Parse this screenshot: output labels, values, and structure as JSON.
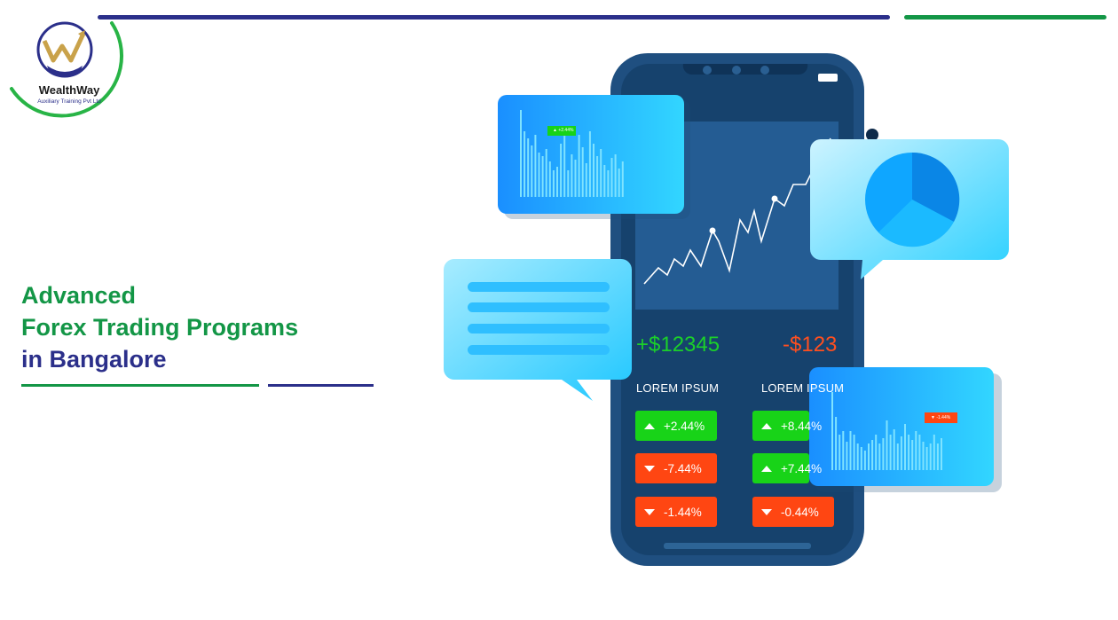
{
  "brand": {
    "name": "WealthWay",
    "subtitle": "Auxiliary Training Pvt Ltd",
    "colors": {
      "navy": "#2b2f8a",
      "green": "#139646"
    }
  },
  "headline": {
    "line1": "Advanced",
    "line2": "Forex Trading Programs",
    "line3": "in Bangalore"
  },
  "phone": {
    "amount_positive": "+$12345",
    "amount_negative": "-$123",
    "column_left_label": "LOREM IPSUM",
    "column_right_label": "LOREM IPSUM",
    "left_column_rows": [
      {
        "value": "+2.44%",
        "direction": "up"
      },
      {
        "value": "-7.44%",
        "direction": "down"
      },
      {
        "value": "-1.44%",
        "direction": "down"
      }
    ],
    "right_column_rows": [
      {
        "value": "+8.44%",
        "direction": "up"
      },
      {
        "value": "+7.44%",
        "direction": "up"
      },
      {
        "value": "-0.44%",
        "direction": "down"
      }
    ]
  },
  "cards": {
    "top_left_chip": "+2.44%",
    "bottom_right_chip": "-1.44%"
  },
  "icons": [
    "logo-icon",
    "pie-chart-icon",
    "line-chart-icon",
    "bar-chart-icon",
    "message-bubble-icon"
  ]
}
